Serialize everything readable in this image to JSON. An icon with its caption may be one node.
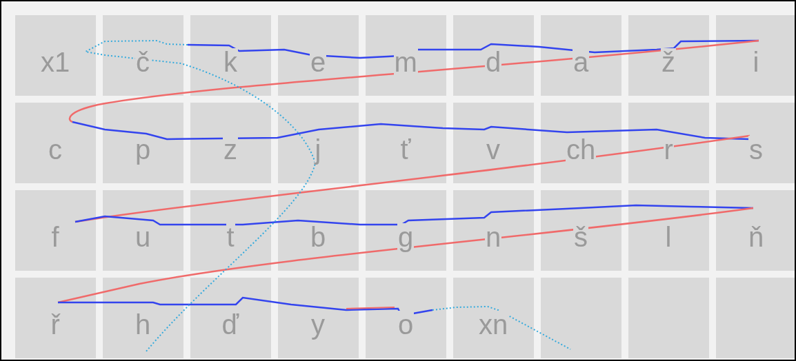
{
  "diagram": {
    "labels": [
      "x1",
      "č",
      "k",
      "e",
      "m",
      "d",
      "a",
      "ž",
      "i",
      "c",
      "p",
      "z",
      "j",
      "ť",
      "v",
      "ch",
      "r",
      "s",
      "f",
      "u",
      "t",
      "b",
      "g",
      "n",
      "š",
      "l",
      "ň",
      "ř",
      "h",
      "ď",
      "y",
      "o",
      "xn"
    ]
  }
}
